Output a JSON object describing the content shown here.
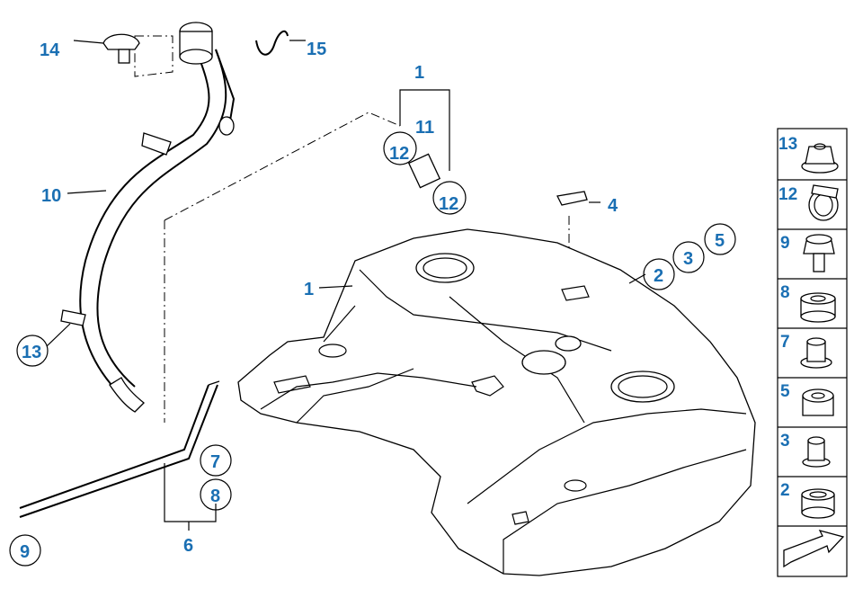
{
  "diagram": {
    "callouts": {
      "c1a": "1",
      "c1b": "1",
      "c2": "2",
      "c3": "3",
      "c4": "4",
      "c5": "5",
      "c6": "6",
      "c7": "7",
      "c8": "8",
      "c9": "9",
      "c10": "10",
      "c11": "11",
      "c12a": "12",
      "c12b": "12",
      "c13": "13",
      "c14": "14",
      "c15": "15"
    },
    "side_panel": {
      "items": [
        "13",
        "12",
        "9",
        "8",
        "7",
        "5",
        "3",
        "2"
      ]
    },
    "colors": {
      "callout": "#1a6fb3",
      "line": "#000000"
    }
  }
}
